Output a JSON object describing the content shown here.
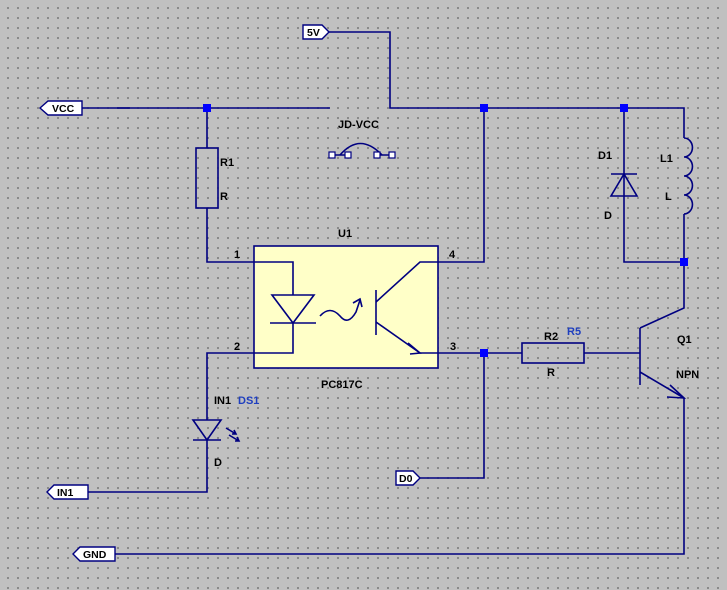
{
  "ports": {
    "vcc": "VCC",
    "v5": "5V",
    "in1": "IN1",
    "gnd": "GND",
    "d0": "D0"
  },
  "jumper": {
    "label": "JD-VCC"
  },
  "r1": {
    "ref": "R1",
    "value": "R"
  },
  "r2": {
    "ref": "R2",
    "value": "R",
    "alias": "R5"
  },
  "d1": {
    "ref": "D1",
    "value": "D"
  },
  "l1": {
    "ref": "L1",
    "value": "L"
  },
  "led": {
    "ref": "IN1",
    "alias": "DS1",
    "value": "D"
  },
  "opto": {
    "ref": "U1",
    "part": "PC817C",
    "pin1": "1",
    "pin2": "2",
    "pin3": "3",
    "pin4": "4"
  },
  "q1": {
    "ref": "Q1",
    "type": "NPN"
  },
  "colors": {
    "wire": "#000080",
    "junction": "#0000ff",
    "opto_fill": "#ffffc8",
    "alias": "#1f3fbf"
  }
}
